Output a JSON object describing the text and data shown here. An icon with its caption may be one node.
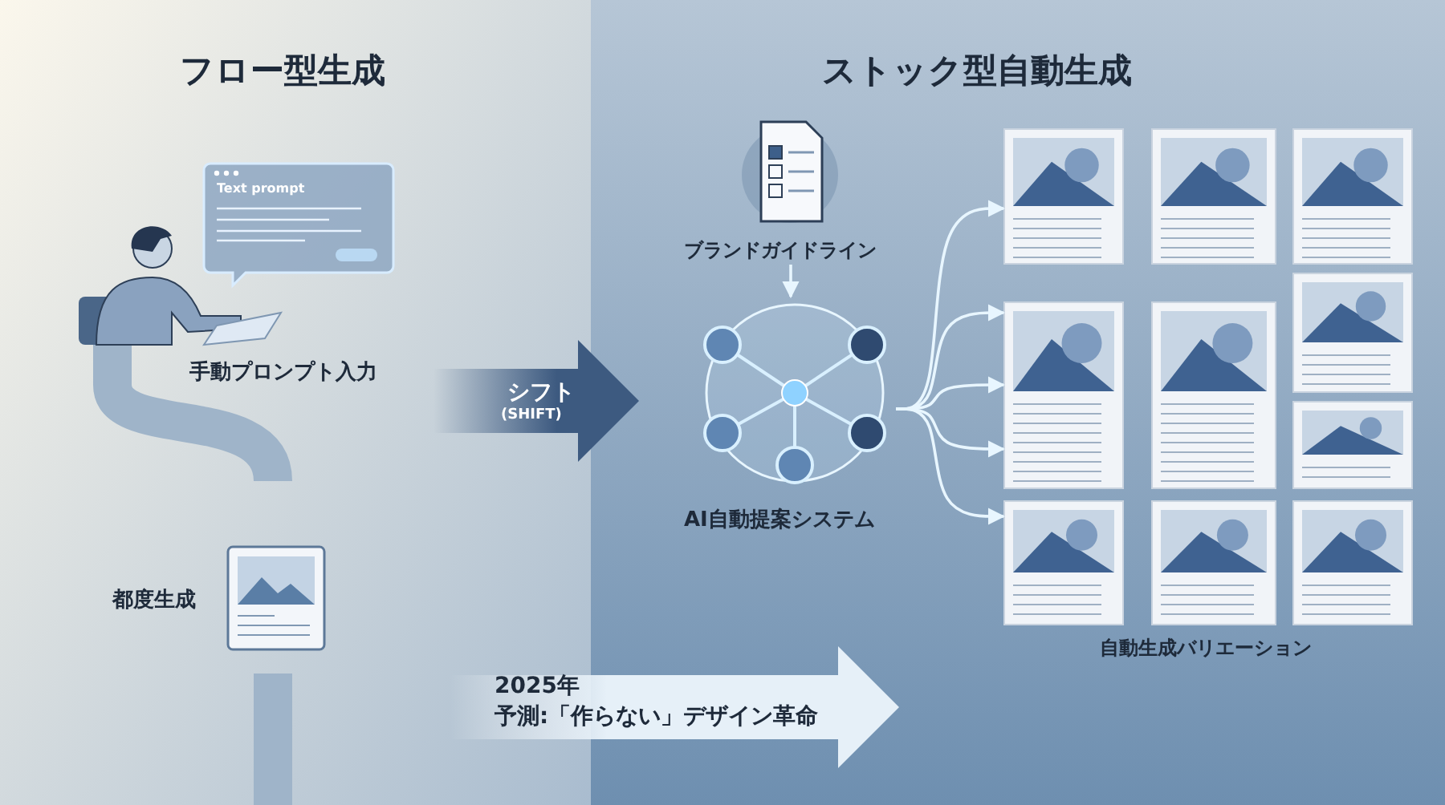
{
  "diagram": {
    "nodes": [
      {
        "text": [
          "Text prompt"
        ]
      },
      {
        "text": [
          "手動プロンプト入力"
        ]
      },
      {
        "text": [
          "都度生成"
        ]
      },
      {
        "text": [
          "シフト",
          "(SHIFT)"
        ]
      },
      {
        "text": [
          "ブランドガイドライン"
        ]
      },
      {
        "text": [
          "AI自動提案システム"
        ]
      },
      {
        "text": [
          "自動生成バリエーション"
        ]
      },
      {
        "text": [],
        "shape": "picture",
        "in": 6
      },
      {
        "text": [],
        "shape": "picture",
        "in": 6
      },
      {
        "text": [],
        "shape": "picture",
        "in": 6
      },
      {
        "text": [],
        "shape": "picture",
        "in": 6
      },
      {
        "text": [],
        "shape": "picture",
        "in": 6
      },
      {
        "text": [],
        "shape": "picture",
        "in": 6
      },
      {
        "text": [],
        "shape": "picture",
        "in": 6
      },
      {
        "text": [],
        "shape": "picture",
        "in": 6
      },
      {
        "text": [],
        "shape": "picture",
        "in": 6
      },
      {
        "text": [],
        "shape": "picture",
        "in": 6
      },
      {
        "text": [
          "2025年",
          "予測:「作らない」デザイン革命"
        ]
      }
    ],
    "edges": [
      {
        "from": 4,
        "to": 5,
        "arrow": "to"
      },
      {
        "from": 5,
        "to": 6,
        "arrow": "to"
      },
      {
        "from": 5,
        "to": 6,
        "arrow": "to"
      },
      {
        "from": 5,
        "to": 6,
        "arrow": "to"
      },
      {
        "from": 5,
        "to": 6,
        "arrow": "to"
      },
      {
        "from": 5,
        "to": 6,
        "arrow": "to"
      }
    ],
    "labels": [
      "フロー型生成",
      "ストック型自動生成"
    ]
  }
}
